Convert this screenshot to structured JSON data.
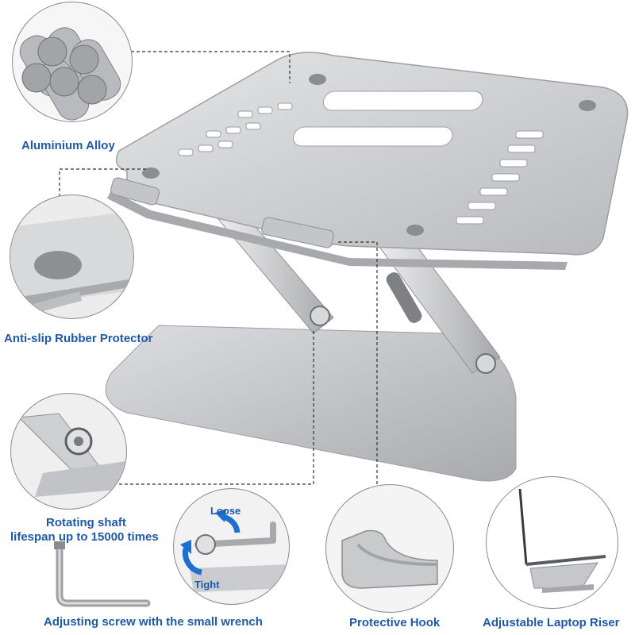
{
  "labels": {
    "aluminium_alloy": "Aluminium Alloy",
    "anti_slip": "Anti-slip Rubber Protector",
    "rotating_shaft_line1": "Rotating shaft",
    "rotating_shaft_line2": "lifespan up to 15000 times",
    "adjusting_screw": "Adjusting screw with the small wrench",
    "protective_hook": "Protective Hook",
    "adjustable_riser": "Adjustable Laptop Riser",
    "loose": "Loose",
    "tight": "Tight"
  },
  "colors": {
    "label_blue": "#1f5aa6",
    "arrow_blue": "#1e6fd0",
    "metal": "#c9cacc",
    "metal_dark": "#9a9b9e",
    "pad_gray": "#8c8d90"
  }
}
